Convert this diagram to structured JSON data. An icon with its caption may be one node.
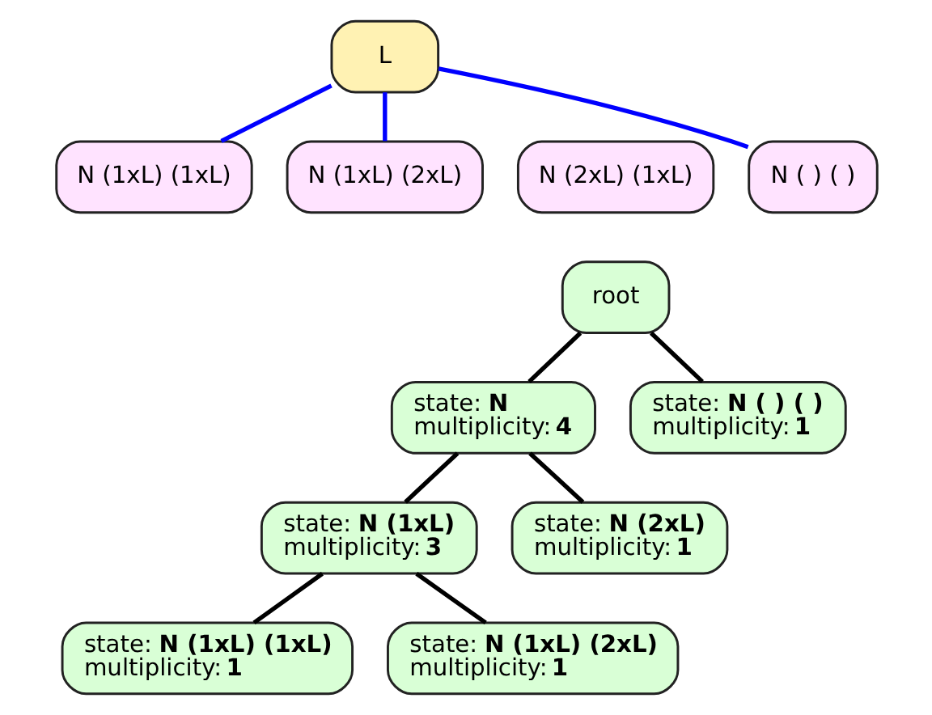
{
  "diagram": {
    "nodes": [
      {
        "text": [
          "L"
        ]
      },
      {
        "text": [
          "N (1xL) (1xL)"
        ]
      },
      {
        "text": [
          "N (1xL) (2xL)"
        ]
      },
      {
        "text": [
          "N (2xL) (1xL)"
        ]
      },
      {
        "text": [
          "N ( ) ( )"
        ]
      },
      {
        "text": [
          "root"
        ]
      },
      {
        "text": [
          "state: **N**",
          "multiplicity: **4**"
        ]
      },
      {
        "text": [
          "state: **N ( ) ( )**",
          "multiplicity: **1**"
        ]
      },
      {
        "text": [
          "state: **N (1xL)**",
          "multiplicity: **3**"
        ]
      },
      {
        "text": [
          "state: **N (2xL)**",
          "multiplicity: **1**"
        ]
      },
      {
        "text": [
          "state: **N (1xL) (1xL)**",
          "multiplicity: **1**"
        ]
      },
      {
        "text": [
          "state: **N (1xL) (2xL)**",
          "multiplicity: **1**"
        ]
      }
    ],
    "edges": [
      {
        "from": 0,
        "to": 1,
        "arrow": "none",
        "color": "#0000ff"
      },
      {
        "from": 0,
        "to": 2,
        "arrow": "none",
        "color": "#0000ff"
      },
      {
        "from": 0,
        "to": 4,
        "arrow": "none",
        "color": "#0000ff"
      },
      {
        "from": 5,
        "to": 6,
        "arrow": "none"
      },
      {
        "from": 5,
        "to": 7,
        "arrow": "none"
      },
      {
        "from": 6,
        "to": 8,
        "arrow": "none"
      },
      {
        "from": 6,
        "to": 9,
        "arrow": "none"
      },
      {
        "from": 8,
        "to": 10,
        "arrow": "none"
      },
      {
        "from": 8,
        "to": 11,
        "arrow": "none"
      }
    ]
  }
}
